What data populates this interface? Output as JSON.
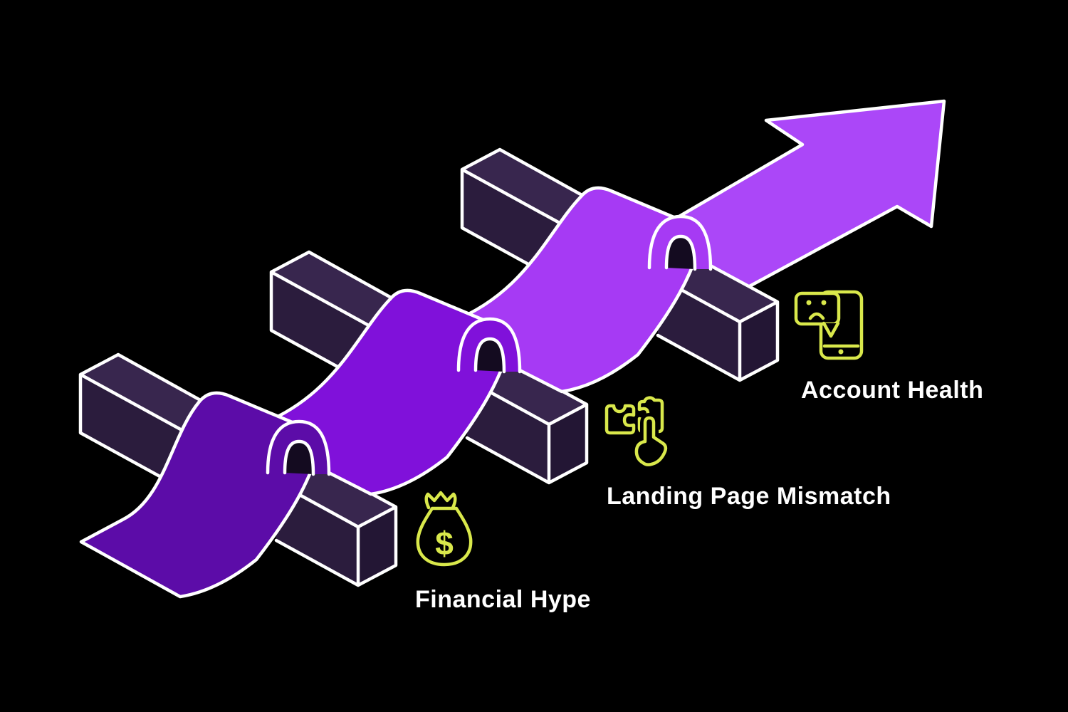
{
  "illustration": {
    "description": "Upward growth arrow ribbon weaving over three hurdle bars",
    "stages": [
      {
        "label": "Financial Hype",
        "icon": "money-bag-icon"
      },
      {
        "label": "Landing Page Mismatch",
        "icon": "puzzle-mismatch-hand-icon"
      },
      {
        "label": "Account Health",
        "icon": "phone-sad-review-icon"
      }
    ],
    "dollar_sign": "$",
    "colors": {
      "background": "#000000",
      "ribbon_segment_1": "#5c0ca8",
      "ribbon_segment_2": "#8011da",
      "ribbon_segment_3": "#a63af4",
      "arrow": "#ab47f8",
      "bar_top": "#38264e",
      "bar_front": "#2b1c3d",
      "bar_end": "#231634",
      "fold_shadow": "#140b20",
      "outline": "#ffffff",
      "icon_accent": "#d9e84b",
      "text": "#ffffff"
    }
  }
}
